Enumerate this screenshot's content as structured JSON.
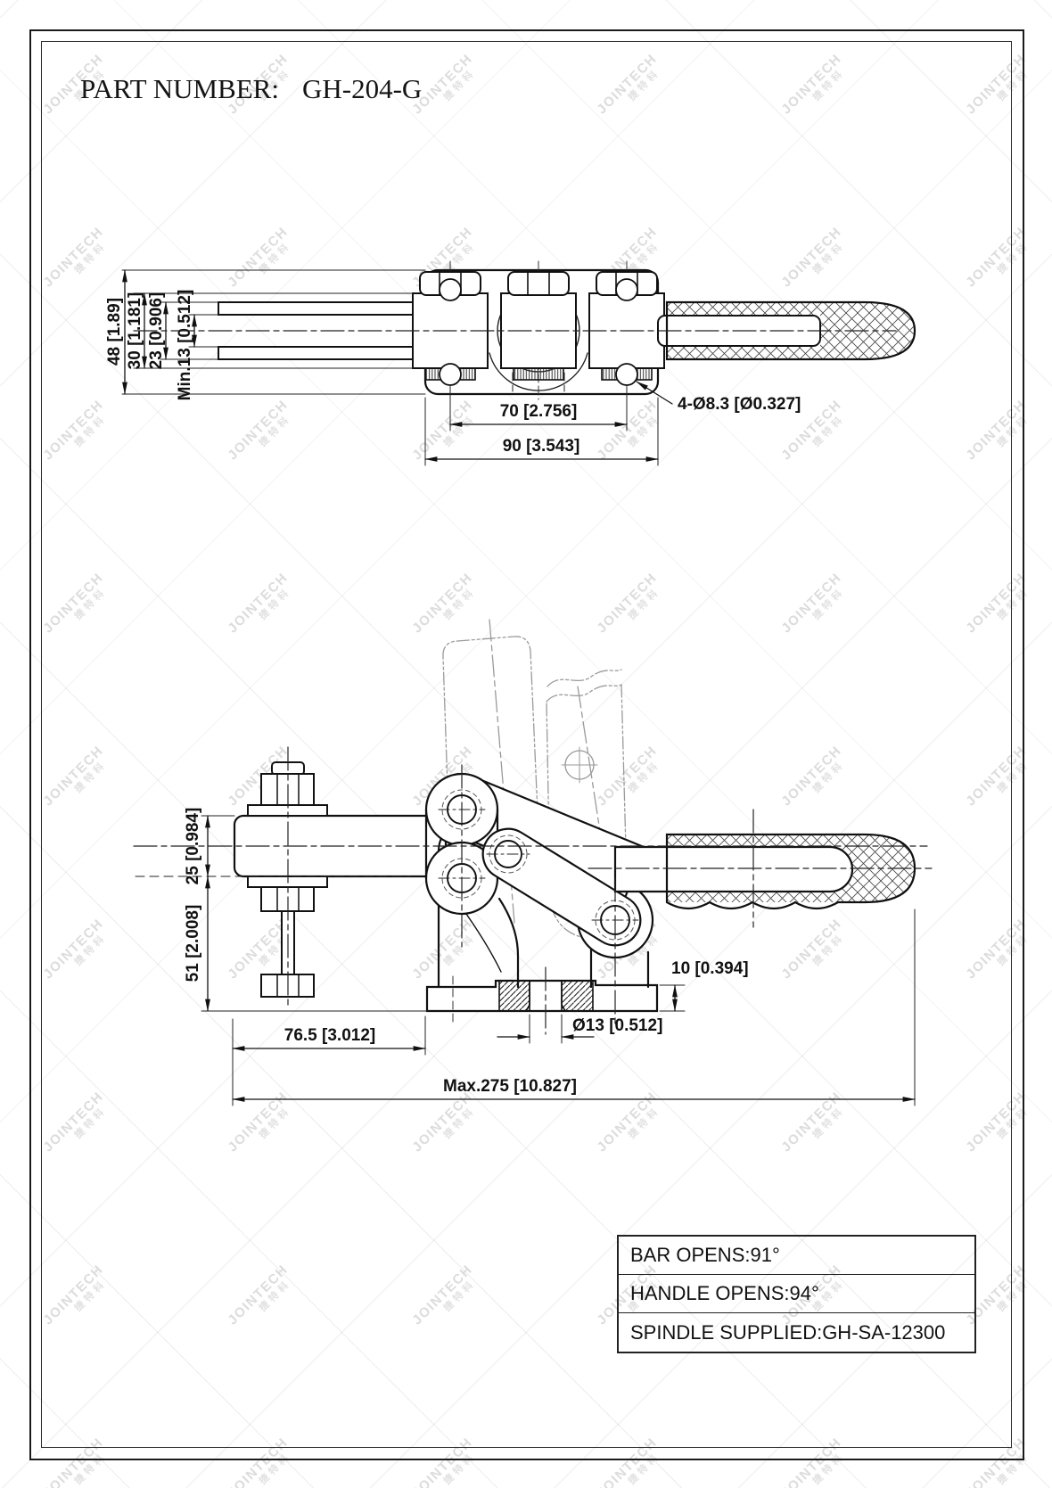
{
  "title": {
    "label": "PART NUMBER:",
    "value": "GH-204-G"
  },
  "watermark": {
    "text": "JOINTECH",
    "subtext": "捷特科"
  },
  "drawing": {
    "top_view": {
      "dims": {
        "height48": "48 [1.89]",
        "width30": "30 [1.181]",
        "width23": "23 [0.906]",
        "gap13": "Min.13 [0.512]",
        "span70": "70 [2.756]",
        "width90": "90 [3.543]",
        "holes": "4-Ø8.3 [Ø0.327]"
      }
    },
    "side_view": {
      "dims": {
        "height25": "25 [0.984]",
        "height51": "51 [2.008]",
        "offset76": "76.5 [3.012]",
        "toe10": "10 [0.394]",
        "dia13": "Ø13 [0.512]",
        "max275": "Max.275 [10.827]"
      }
    }
  },
  "spec_table": {
    "rows": [
      "BAR OPENS:91°",
      "HANDLE OPENS:94°",
      "SPINDLE SUPPLIED:GH-SA-12300"
    ]
  }
}
